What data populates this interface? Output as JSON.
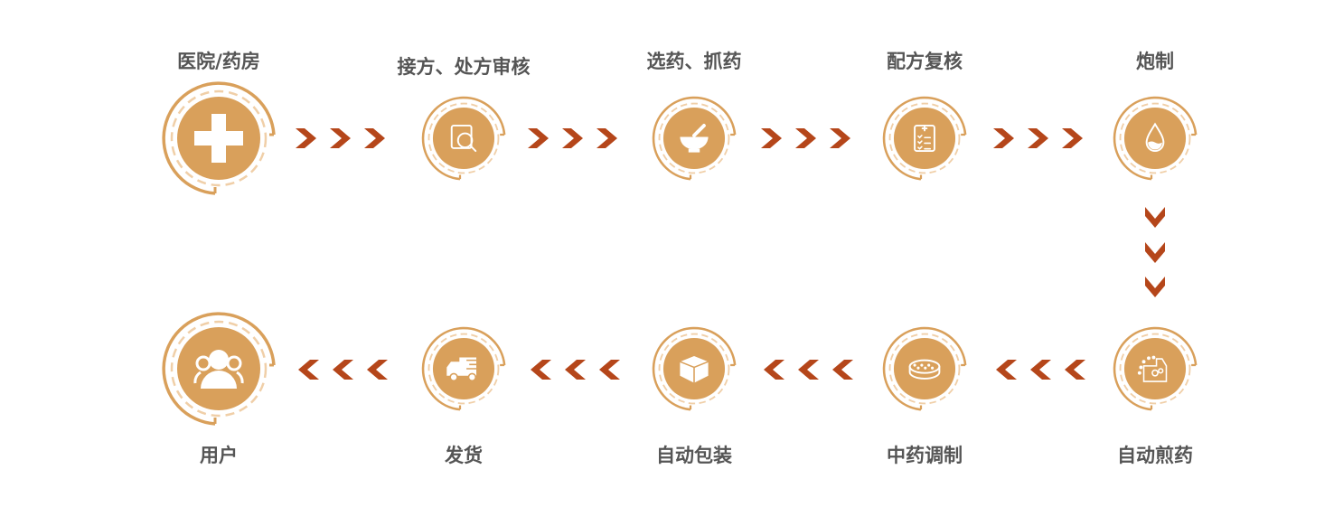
{
  "colors": {
    "ring": "#d9a05b",
    "dash": "#f0cfa8",
    "arrow": "#b5461a",
    "label": "#555555"
  },
  "steps": [
    {
      "label": "医院/药房",
      "icon": "hospital-cross-icon"
    },
    {
      "label": "接方、处方审核",
      "icon": "prescription-search-icon"
    },
    {
      "label": "选药、抓药",
      "icon": "mortar-pestle-icon"
    },
    {
      "label": "配方复核",
      "icon": "clipboard-check-icon"
    },
    {
      "label": "炮制",
      "icon": "water-drop-icon"
    },
    {
      "label": "自动煎药",
      "icon": "decoction-machine-icon"
    },
    {
      "label": "中药调制",
      "icon": "herb-bowl-icon"
    },
    {
      "label": "自动包装",
      "icon": "package-box-icon"
    },
    {
      "label": "发货",
      "icon": "delivery-truck-icon"
    },
    {
      "label": "用户",
      "icon": "users-icon"
    }
  ]
}
